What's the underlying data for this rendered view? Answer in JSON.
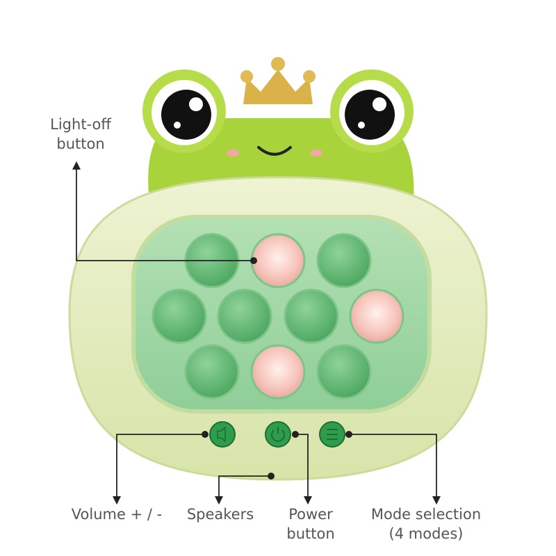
{
  "labels": {
    "light_off": [
      "Light-off",
      "button"
    ],
    "volume": "Volume + / -",
    "speakers": "Speakers",
    "power": [
      "Power",
      "button"
    ],
    "mode": [
      "Mode selection",
      "(4 modes)"
    ]
  },
  "bubbles": [
    {
      "row": 1,
      "col": 1,
      "lit": false
    },
    {
      "row": 1,
      "col": 2,
      "lit": true
    },
    {
      "row": 1,
      "col": 3,
      "lit": false
    },
    {
      "row": 2,
      "col": 1,
      "lit": false
    },
    {
      "row": 2,
      "col": 2,
      "lit": false
    },
    {
      "row": 2,
      "col": 3,
      "lit": false
    },
    {
      "row": 2,
      "col": 4,
      "lit": true
    },
    {
      "row": 3,
      "col": 1,
      "lit": false
    },
    {
      "row": 3,
      "col": 2,
      "lit": true
    },
    {
      "row": 3,
      "col": 3,
      "lit": false
    }
  ],
  "colors": {
    "head": "#a9d33b",
    "body": "#e4edc3",
    "panel": "#9fd6a4",
    "bubble": "#6fbf7a",
    "bubble_lit": "#f6c9c0",
    "button": "#2f9b4d",
    "crown": "#d9b24a",
    "text": "#555555"
  }
}
